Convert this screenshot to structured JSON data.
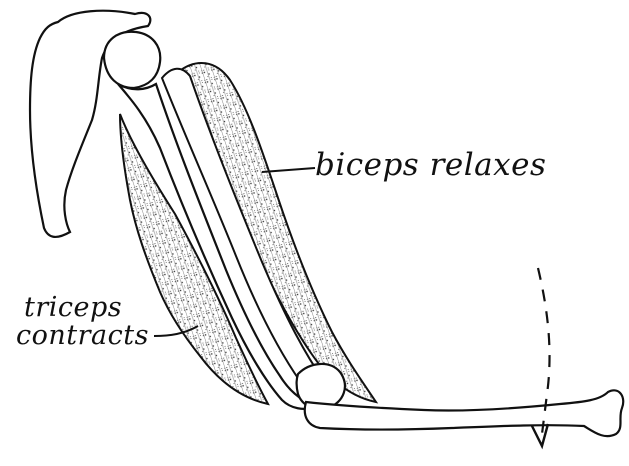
{
  "labels": {
    "biceps": "biceps relaxes",
    "triceps_line_1": "triceps",
    "triceps_line_2": "contracts"
  }
}
